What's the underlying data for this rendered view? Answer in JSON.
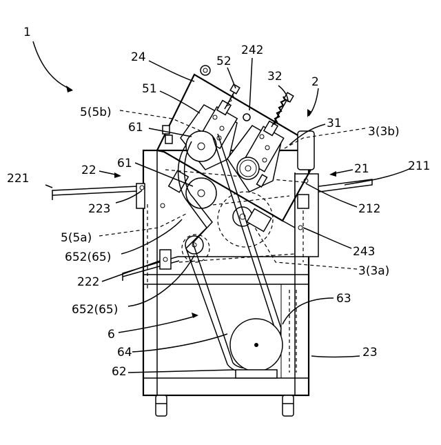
{
  "labels": {
    "l1": "1",
    "l24": "24",
    "l52": "52",
    "l242": "242",
    "l32": "32",
    "l2": "2",
    "l51": "51",
    "l5b": "5(5b)",
    "l61a": "61",
    "l31": "31",
    "l3b": "3(3b)",
    "l61b": "61",
    "l22": "22",
    "l21": "21",
    "l211": "211",
    "l221": "221",
    "l223": "223",
    "l212": "212",
    "l5a": "5(5a)",
    "l243": "243",
    "l652a": "652(65)",
    "l3a": "3(3a)",
    "l222": "222",
    "l652b": "652(65)",
    "l63": "63",
    "l6": "6",
    "l64": "64",
    "l23": "23",
    "l62": "62"
  }
}
